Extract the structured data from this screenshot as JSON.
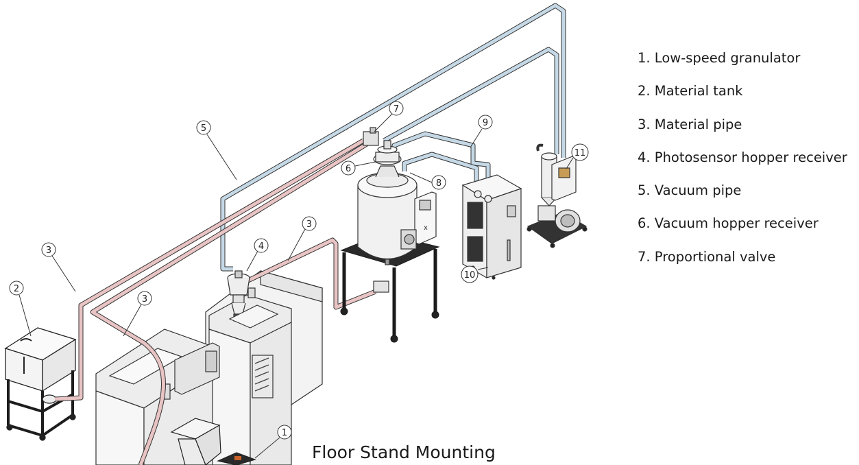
{
  "legend": {
    "items": [
      "1. Low-speed granulator",
      "2. Material tank",
      "3. Material pipe",
      "4. Photosensor hopper receiver",
      "5. Vacuum pipe",
      "6. Vacuum hopper receiver",
      "7. Proportional valve"
    ]
  },
  "caption": "Floor Stand Mounting",
  "callouts": [
    "1",
    "2",
    "3",
    "3",
    "3",
    "4",
    "5",
    "6",
    "7",
    "8",
    "9",
    "10",
    "11"
  ],
  "colors": {
    "vacuum_pipe": "#c5d8e6",
    "material_pipe": "#e9c4c4",
    "outline": "#333333",
    "machine_fill": "#f2f2f2",
    "frame": "#2b2b2b"
  }
}
